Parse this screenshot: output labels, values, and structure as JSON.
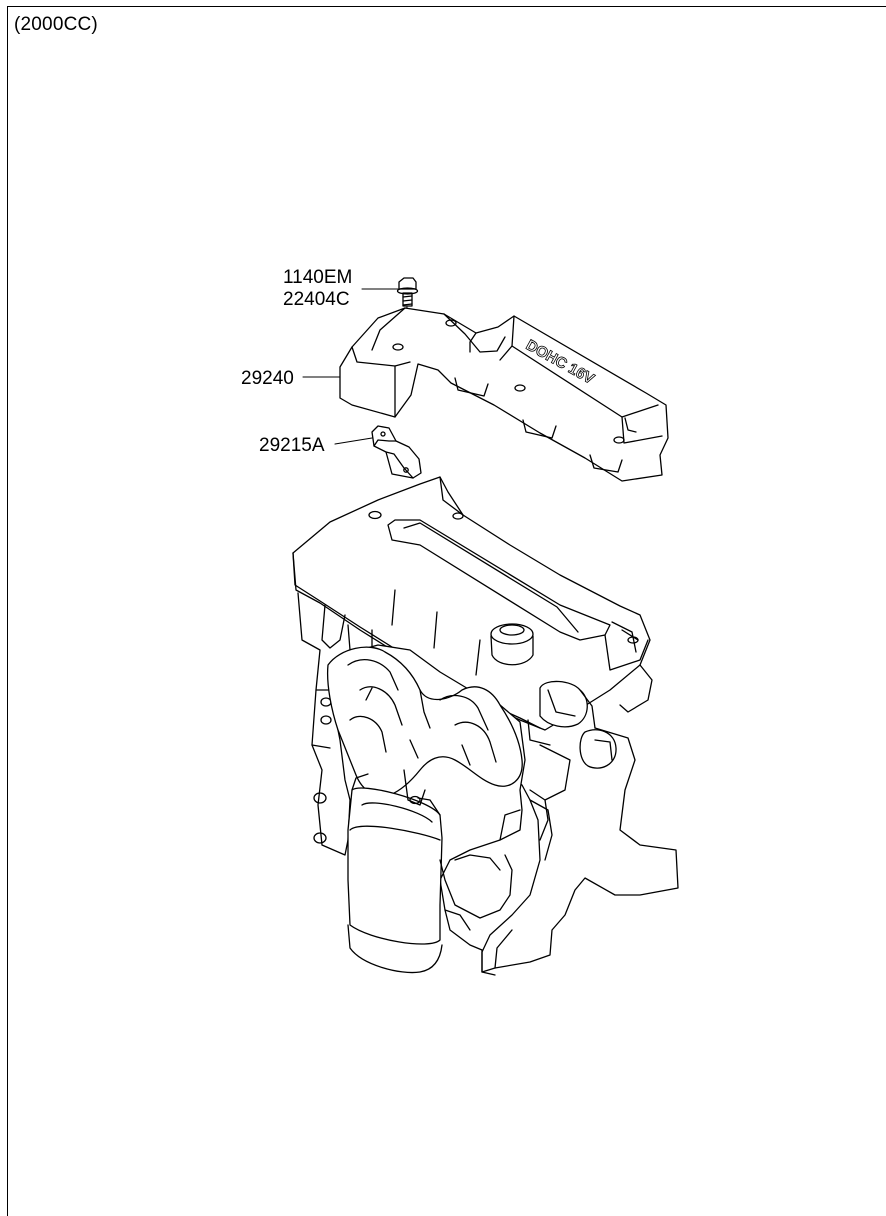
{
  "variant_label": "(2000CC)",
  "cover_marking": "DOHC 16V",
  "callouts": {
    "bolt_part_1": "1140EM",
    "bolt_part_2": "22404C",
    "engine_cover": "29240",
    "bracket": "29215A"
  }
}
